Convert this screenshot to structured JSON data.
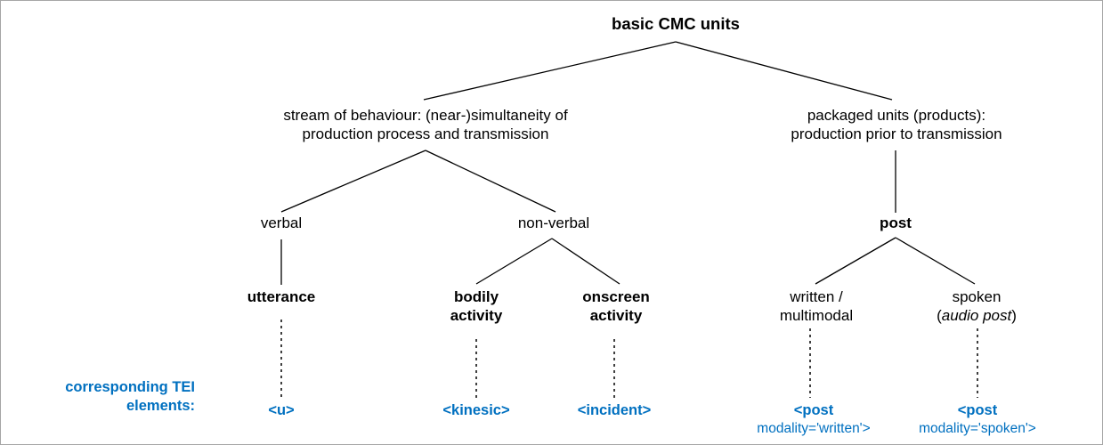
{
  "diagram": {
    "title": "basic CMC units",
    "accent_color": "#0070c0",
    "line_color": "#000000",
    "border_color": "#a6a6a6",
    "background": "#ffffff",
    "nodes": {
      "root": {
        "label": "basic CMC units"
      },
      "stream": {
        "line1": "stream of behaviour: (near-)simultaneity of",
        "line2": "production process and transmission"
      },
      "packaged": {
        "line1": "packaged units (products):",
        "line2": "production prior to transmission"
      },
      "verbal": {
        "label": "verbal"
      },
      "nonverbal": {
        "label": "non-verbal"
      },
      "post": {
        "label": "post"
      },
      "utterance": {
        "label": "utterance"
      },
      "bodily": {
        "line1": "bodily",
        "line2": "activity"
      },
      "onscreen": {
        "line1": "onscreen",
        "line2": "activity"
      },
      "written": {
        "line1": "written /",
        "line2": "multimodal"
      },
      "spoken": {
        "line1": "spoken",
        "line2_open": "(",
        "line2_italic": "audio post",
        "line2_close": ")"
      }
    },
    "tei": {
      "caption_line1": "corresponding TEI",
      "caption_line2": "elements:",
      "u": {
        "label": "<u>"
      },
      "kinesic": {
        "label": "<kinesic>"
      },
      "incident": {
        "label": "<incident>"
      },
      "post_written": {
        "line1": "<post",
        "line2": "modality='written'>"
      },
      "post_spoken": {
        "line1": "<post",
        "line2": "modality='spoken'>"
      }
    }
  }
}
